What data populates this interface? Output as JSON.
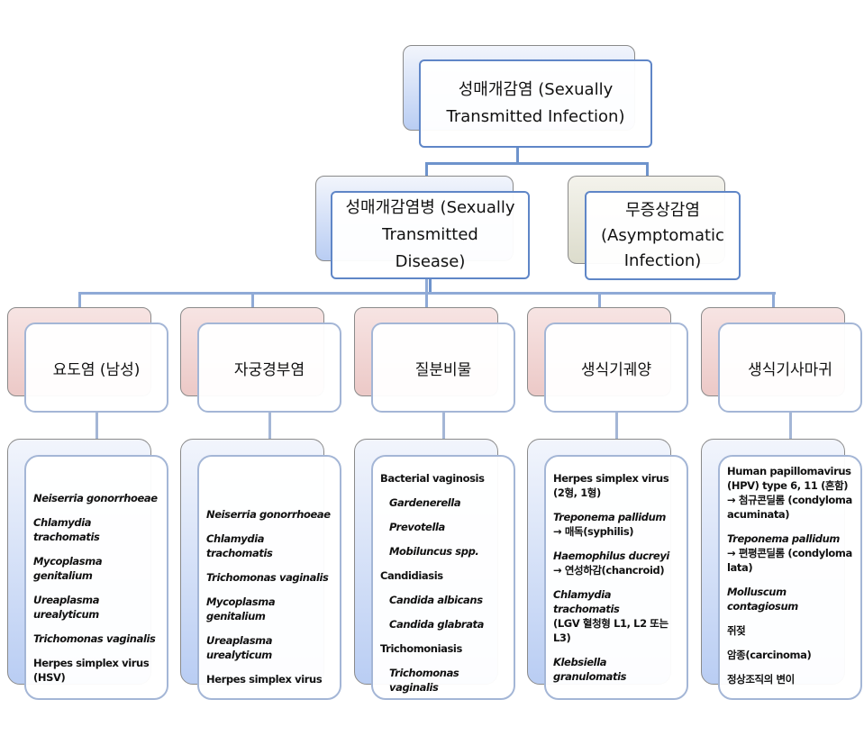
{
  "root": {
    "label": "성매개감염 (Sexually Transmitted Infection)"
  },
  "level2": [
    {
      "label": "성매개감염병 (Sexually Transmitted Disease)"
    },
    {
      "label": "무증상감염 (Asymptomatic Infection)"
    }
  ],
  "categories": [
    {
      "label": "요도염 (남성)",
      "items": [
        "Neiserria gonorrhoeae",
        "Chlamydia trachomatis",
        "Mycoplasma genitalium",
        "Ureaplasma urealyticum",
        "Trichomonas vaginalis",
        "Herpes simplex virus (HSV)"
      ]
    },
    {
      "label": "자궁경부염",
      "items": [
        "Neiserria gonorrhoeae",
        "Chlamydia trachomatis",
        "Trichomonas vaginalis",
        "Mycoplasma genitalium",
        "Ureaplasma urealyticum",
        "Herpes simplex virus"
      ]
    },
    {
      "label": "질분비물",
      "items": [
        "Bacterial vaginosis",
        "Gardenerella",
        "Prevotella",
        "Mobiluncus spp.",
        "Candidiasis",
        "Candida albicans",
        "Candida glabrata",
        "Trichomoniasis",
        "Trichomonas vaginalis"
      ]
    },
    {
      "label": "생식기궤양",
      "items": [
        "Herpes simplex virus (2형, 1형)",
        "Treponema pallidum",
        "→ 매독(syphilis)",
        "Haemophilus ducreyi",
        "→ 연성하감(chancroid)",
        "Chlamydia trachomatis",
        "(LGV 혈청형 L1, L2 또는 L3)",
        "Klebsiella granulomatis"
      ]
    },
    {
      "label": "생식기사마귀",
      "items": [
        "Human papillomavirus (HPV) type 6, 11 (흔함) → 첨규콘딜롬 (condyloma acuminata)",
        "Treponema pallidum",
        "→ 편평콘딜롬 (condyloma lata)",
        "Molluscum contagiosum",
        "쥐젖",
        "암종(carcinoma)",
        "정상조직의 변이"
      ]
    }
  ]
}
